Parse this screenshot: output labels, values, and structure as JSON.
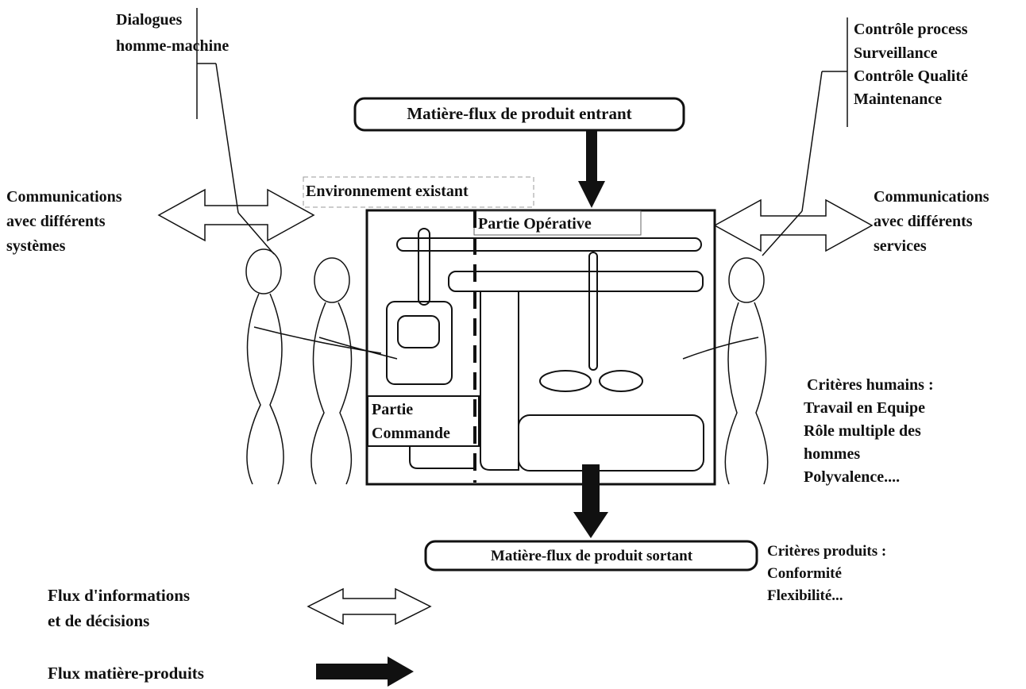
{
  "inflow_label": "Matière-flux de produit entrant",
  "outflow_label": "Matière-flux de produit sortant",
  "environment_label": "Environnement existant",
  "operative_label": "Partie Opérative",
  "command_label_lines": [
    "Partie",
    "Commande"
  ],
  "top_left_lines": [
    "Dialogues",
    "homme-machine"
  ],
  "top_right_lines": [
    "Contrôle process",
    "Surveillance",
    "Contrôle Qualité",
    "Maintenance"
  ],
  "left_comm_lines": [
    "Communications",
    "avec différents",
    "systèmes"
  ],
  "right_comm_lines": [
    "Communications",
    "avec différents",
    "services"
  ],
  "human_criteria_lines": [
    "Critères humains :",
    "Travail en Equipe",
    "Rôle  multiple des",
    "hommes",
    "Polyvalence...."
  ],
  "product_criteria_lines": [
    "Critères produits :",
    "Conformité",
    "Flexibilité..."
  ],
  "legend": {
    "info_flow_lines": [
      "Flux d'informations",
      "et de décisions"
    ],
    "material_flow": "Flux matière-produits"
  },
  "colors": {
    "ink": "#111111",
    "background": "#ffffff"
  }
}
